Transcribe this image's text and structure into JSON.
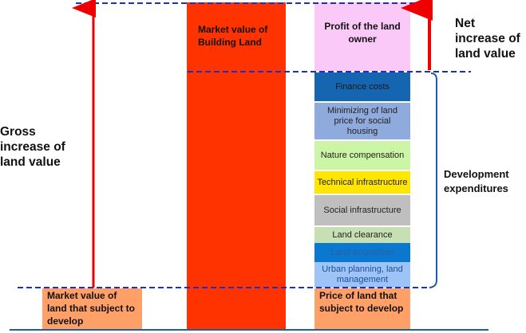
{
  "labels": {
    "gross": "Gross increase of land value",
    "net": "Net increase of land value",
    "dev": "Development expenditures",
    "market_building": "Market value of Building Land",
    "market_land": "Market value of land that subject to develop",
    "price_land": "Price of land that subject to develop",
    "profit": "Profit of the land owner"
  },
  "segments": [
    {
      "label": "Finance costs",
      "color": "#1565b0"
    },
    {
      "label": "Minimizing of land price for social housing",
      "color": "#8faadc"
    },
    {
      "label": "Nature compensation",
      "color": "#ccf5a6"
    },
    {
      "label": "Technical infrastructure",
      "color": "#ffe600"
    },
    {
      "label": "Social infrastructure",
      "color": "#bfbfbf"
    },
    {
      "label": "Land clearance",
      "color": "#c6e0b4"
    },
    {
      "label": "Land acquisition",
      "color": "#0b78d0"
    },
    {
      "label": "Urban planning, land management",
      "color": "#9dc3f7"
    }
  ],
  "colors": {
    "red_bar": "#ff3300",
    "orange": "#ffa068",
    "pink": "#fbc9f7",
    "arrow": "#ee0000",
    "dash": "#1a2fc9",
    "brace": "#1f5fa0"
  }
}
